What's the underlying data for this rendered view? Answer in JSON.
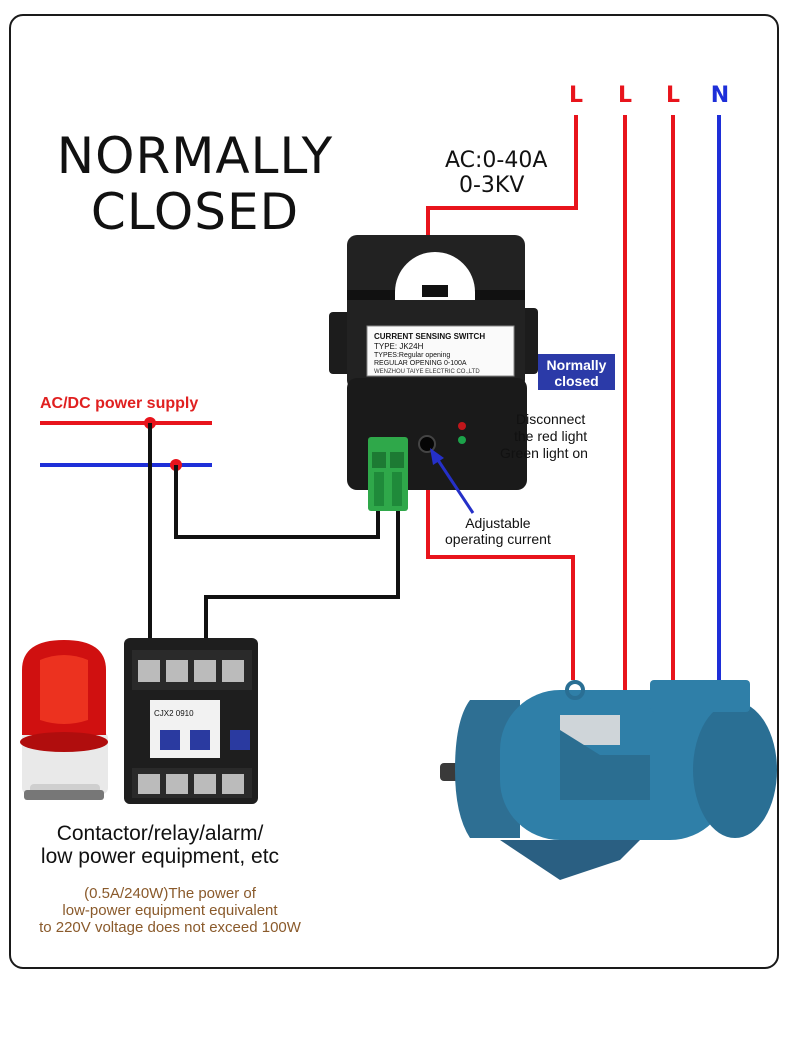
{
  "title_line1": "NORMALLY",
  "title_line2": "CLOSED",
  "phases": [
    "L",
    "L",
    "L",
    "N"
  ],
  "rating_line1": "AC:0-40A",
  "rating_line2": "0-3KV",
  "supply_label": "AC/DC power supply",
  "sensor_label": {
    "line1": "CURRENT SENSING SWITCH",
    "line2": "TYPE: JK24H",
    "line3": "TYPES:Regular opening",
    "line4": "REGULAR OPENING 0-100A",
    "line5": "WENZHOU TAIYE ELECTRIC CO.,LTD"
  },
  "badge_line1": "Normally",
  "badge_line2": "closed",
  "status_line1": "Disconnect",
  "status_line2": "the red light",
  "status_line3": "Green light on",
  "adjust_line1": "Adjustable",
  "adjust_line2": "operating current",
  "contactor_model": "CJX2 0910",
  "equipment_line1": "Contactor/relay/alarm/",
  "equipment_line2": "low power equipment, etc",
  "note_line1": "(0.5A/240W)The power of",
  "note_line2": "low-power equipment equivalent",
  "note_line3": "to 220V voltage does not exceed 100W",
  "colors": {
    "live": "#e8141c",
    "neutral": "#1e2fd8",
    "wire": "#111111",
    "motor": "#2f7fa8",
    "badge": "#2b3aa8",
    "note": "#8a5a2b"
  }
}
